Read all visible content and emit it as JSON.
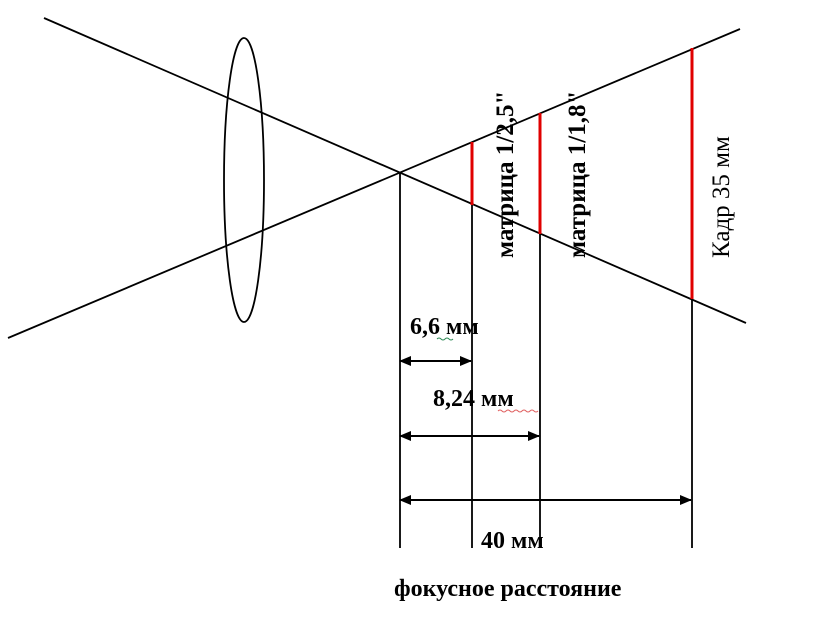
{
  "labels": {
    "sensor_small": "матрица 1/2,5\"",
    "sensor_medium": "матрица 1/1,8\"",
    "frame_35": "Кадр 35 мм",
    "dim_small": "6,6 мм",
    "dim_medium": "8,24 мм",
    "dim_large": "40 мм",
    "focal_length": "фокусное расстояние"
  },
  "colors": {
    "lines": "#000000",
    "sensor_bars": "#e00000",
    "spellcheck_squiggle": "#2e8b57",
    "spellcheck_squiggle_red": "#e06060"
  }
}
